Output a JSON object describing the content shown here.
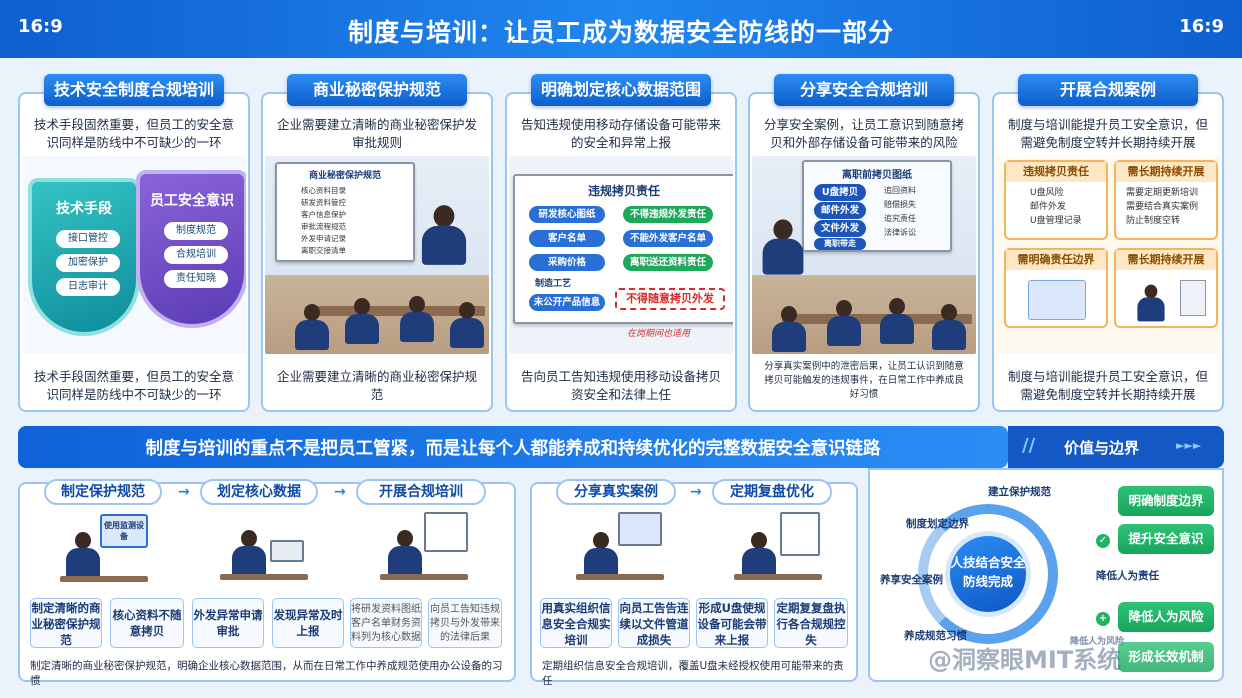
{
  "header": {
    "ratio_left": "16:9",
    "ratio_right": "16:9",
    "title": "制度与培训：让员工成为数据安全防线的一部分"
  },
  "cards": [
    {
      "title": "技术安全制度合规培训",
      "desc": "技术手段固然重要，但员工的安全意识同样是防线中不可缺少的一环",
      "foot": "技术手段固然重要，但员工的安全意识同样是防线中不可缺少的一环",
      "shield_left": {
        "title": "技术手段",
        "items": [
          "接口管控",
          "加密保护",
          "日志审计"
        ]
      },
      "shield_right": {
        "title": "员工安全意识",
        "items": [
          "制度规范",
          "合规培训",
          "责任知晓"
        ]
      }
    },
    {
      "title": "商业秘密保护规范",
      "desc": "企业需要建立清晰的商业秘密保护发审批规则",
      "foot": "企业需要建立清晰的商业秘密保护规范",
      "board_title": "商业秘密保护规范",
      "board_items": [
        "核心资料目录",
        "研发资料管控",
        "客户信息保护",
        "审批流程规范",
        "外发申请记录",
        "离职交接清单"
      ]
    },
    {
      "title": "明确划定核心数据范围",
      "desc": "告知违规使用移动存储设备可能带来的安全和异常上报",
      "foot": "告向员工告知违规使用移动设备拷贝资安全和法律上任",
      "board_title": "违规拷贝责任",
      "left_tags": [
        "研发核心图纸",
        "客户名单",
        "采购价格",
        "制造工艺",
        "未公开产品信息"
      ],
      "right_tags": [
        "不得违规外发责任",
        "不能外发客户名单",
        "离职送还资料责任"
      ],
      "stamp": "不得随意拷贝外发",
      "stamp_note": "在岗期间也适用"
    },
    {
      "title": "分享安全合规培训",
      "desc": "分享安全案例，让员工意识到随意拷贝和外部存储设备可能带来的风险",
      "foot": "分享真实案例中的泄密后果，让员工认识到随意拷贝可能触发的违规事件，在日常工作中养成良好习惯",
      "board_title": "离职前拷贝图纸",
      "board_tags": [
        "U盘拷贝",
        "邮件外发",
        "文件外发",
        "离职带走"
      ],
      "board_items": [
        "追回资料",
        "赔偿损失",
        "追究责任",
        "法律诉讼"
      ]
    },
    {
      "title": "开展合规案例",
      "desc": "制度与培训能提升员工安全意识，但需避免制度空转并长期持续开展",
      "foot": "制度与培训能提升员工安全意识，但需避免制度空转并长期持续开展",
      "tiles": [
        {
          "title": "违规拷贝责任",
          "items": [
            "U盘风险",
            "邮件外发",
            "U盘管理记录"
          ]
        },
        {
          "title": "需长期持续开展",
          "items": [
            "需要定期更新培训",
            "需要结合真实案例",
            "防止制度空转"
          ]
        },
        {
          "title": "需明确责任边界",
          "items": []
        },
        {
          "title": "需长期持续开展",
          "items": []
        }
      ]
    }
  ],
  "banner": {
    "text": "制度与培训的重点不是把员工管紧，而是让每个人都能养成和持续优化的完整数据安全意识链路",
    "right_label": "价值与边界"
  },
  "flow_left": {
    "steps": [
      "制定保护规范",
      "划定核心数据",
      "开展合规培训"
    ],
    "screen_label": "使用监测设备",
    "boxes": [
      "制定清晰的商业秘密保护规范",
      "核心资料不随意拷贝",
      "外发异常申请审批",
      "发现异常及时上报"
    ],
    "gray_boxes": [
      "将研发资料图纸客户名单财务资料列为核心数据",
      "向员工告知违规拷贝与外发带来的法律后果"
    ],
    "foot": "制定清晰的商业秘密保护规范，明确企业核心数据范围，从而在日常工作中养成规范使用办公设备的习惯"
  },
  "flow_mid": {
    "steps": [
      "分享真实案例",
      "定期复盘优化"
    ],
    "boxes": [
      "用真实组织信息安全合规实培训",
      "向员工告告连续以文件管道成损失",
      "形成U盘使规设备可能会带来上报",
      "定期复复盘执行各合规规控失"
    ],
    "foot": "定期组织信息安全合规培训，覆盖U盘未经授权使用可能带来的责任"
  },
  "circle": {
    "center": "人技结合安全防线完成",
    "labels": [
      "建立保护规范",
      "制度划定边界",
      "养享安全案例",
      "养成规范习惯",
      "降低人为责任",
      "降低人为风险"
    ],
    "pills": [
      "明确制度边界",
      "提升安全意识",
      "降低人为风险",
      "形成长效机制"
    ]
  },
  "watermark": "@洞察眼MIT系统"
}
